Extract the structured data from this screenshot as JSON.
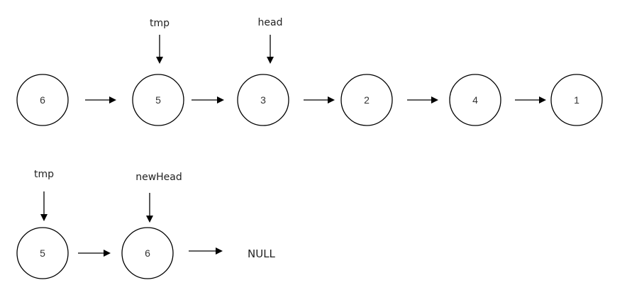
{
  "top_list": {
    "nodes": [
      "6",
      "5",
      "3",
      "2",
      "4",
      "1"
    ],
    "pointers": [
      {
        "label": "tmp",
        "node_index": 1
      },
      {
        "label": "head",
        "node_index": 2
      }
    ]
  },
  "bottom_list": {
    "nodes": [
      "5",
      "6"
    ],
    "terminator": "NULL",
    "pointers": [
      {
        "label": "tmp",
        "node_index": 0
      },
      {
        "label": "newHead",
        "node_index": 1
      }
    ]
  }
}
